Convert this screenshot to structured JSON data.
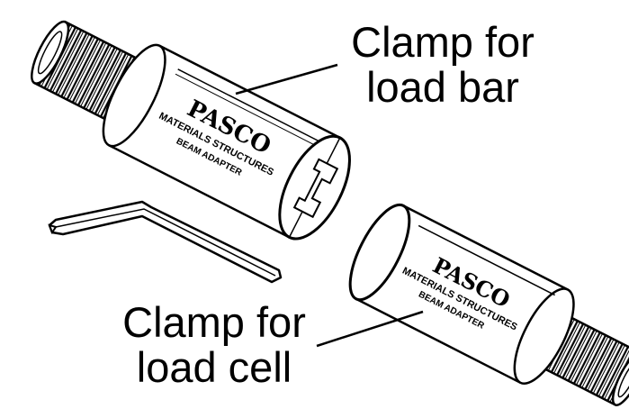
{
  "callouts": {
    "load_bar": {
      "line1": "Clamp for",
      "line2": "load bar"
    },
    "load_cell": {
      "line1": "Clamp for",
      "line2": "load cell"
    }
  },
  "upper_clamp": {
    "logo": "PASCO",
    "text1": "MATERIALS STRUCTURES",
    "text2": "BEAM ADAPTER"
  },
  "lower_clamp": {
    "logo": "PASCO",
    "text1": "MATERIALS STRUCTURES",
    "text2": "BEAM ADAPTER"
  },
  "colors": {
    "ink": "#000000",
    "background": "#ffffff"
  }
}
